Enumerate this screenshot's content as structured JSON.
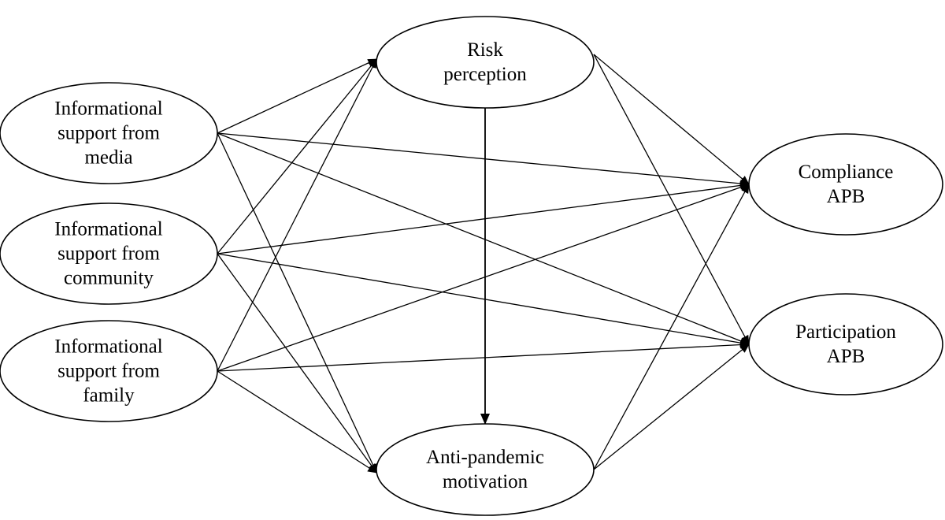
{
  "diagram": {
    "nodes": [
      {
        "id": "media",
        "lines": [
          "Informational",
          "support from",
          "media"
        ]
      },
      {
        "id": "community",
        "lines": [
          "Informational",
          "support from",
          "community"
        ]
      },
      {
        "id": "family",
        "lines": [
          "Informational",
          "support from",
          "family"
        ]
      },
      {
        "id": "risk",
        "lines": [
          "Risk",
          "perception"
        ]
      },
      {
        "id": "motivation",
        "lines": [
          "Anti-pandemic",
          "motivation"
        ]
      },
      {
        "id": "compliance",
        "lines": [
          "Compliance",
          "APB"
        ]
      },
      {
        "id": "participation",
        "lines": [
          "Participation",
          "APB"
        ]
      }
    ],
    "edges": [
      {
        "from": "media",
        "to": "risk"
      },
      {
        "from": "media",
        "to": "motivation"
      },
      {
        "from": "media",
        "to": "compliance"
      },
      {
        "from": "media",
        "to": "participation"
      },
      {
        "from": "community",
        "to": "risk"
      },
      {
        "from": "community",
        "to": "motivation"
      },
      {
        "from": "community",
        "to": "compliance"
      },
      {
        "from": "community",
        "to": "participation"
      },
      {
        "from": "family",
        "to": "risk"
      },
      {
        "from": "family",
        "to": "motivation"
      },
      {
        "from": "family",
        "to": "compliance"
      },
      {
        "from": "family",
        "to": "participation"
      },
      {
        "from": "risk",
        "to": "motivation"
      },
      {
        "from": "risk",
        "to": "compliance"
      },
      {
        "from": "risk",
        "to": "participation"
      },
      {
        "from": "motivation",
        "to": "compliance"
      },
      {
        "from": "motivation",
        "to": "participation"
      }
    ]
  }
}
